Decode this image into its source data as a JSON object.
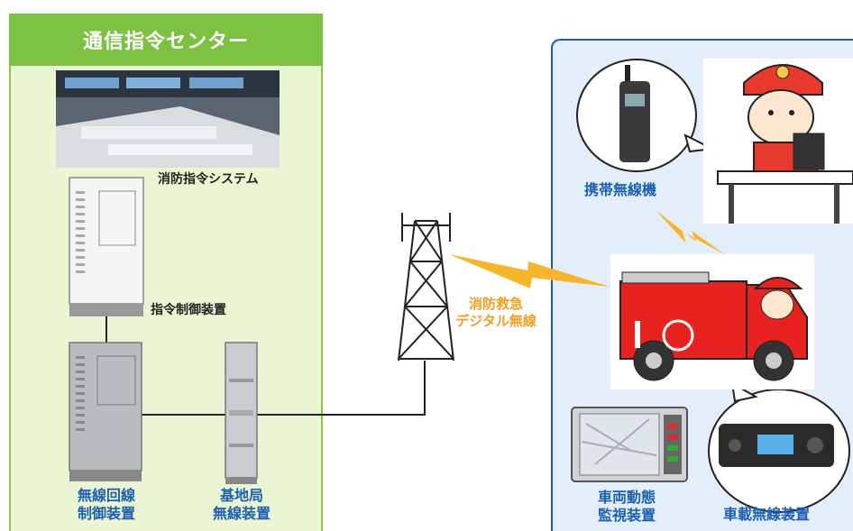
{
  "left_panel": {
    "title": "通信指令センター",
    "system_label": "消防指令システム",
    "control_label": "指令制御装置",
    "line_control_label_1": "無線回線",
    "line_control_label_2": "制御装置",
    "base_station_label_1": "基地局",
    "base_station_label_2": "無線装置"
  },
  "center": {
    "radio_label_1": "消防救急",
    "radio_label_2": "デジタル無線"
  },
  "right_panel": {
    "portable_radio_label": "携帯無線機",
    "avm_label_1": "車両動態",
    "avm_label_2": "監視装置",
    "vehicle_radio_label": "車載無線装置"
  },
  "colors": {
    "left_panel_bg": "#eaf6d3",
    "left_panel_header": "#7cc142",
    "right_panel_bg": "#e3eefa",
    "right_panel_border": "#1a5bb4",
    "label_blue": "#1c5fb0",
    "label_orange": "#f39c1f",
    "lightning": "#f7b52c"
  }
}
